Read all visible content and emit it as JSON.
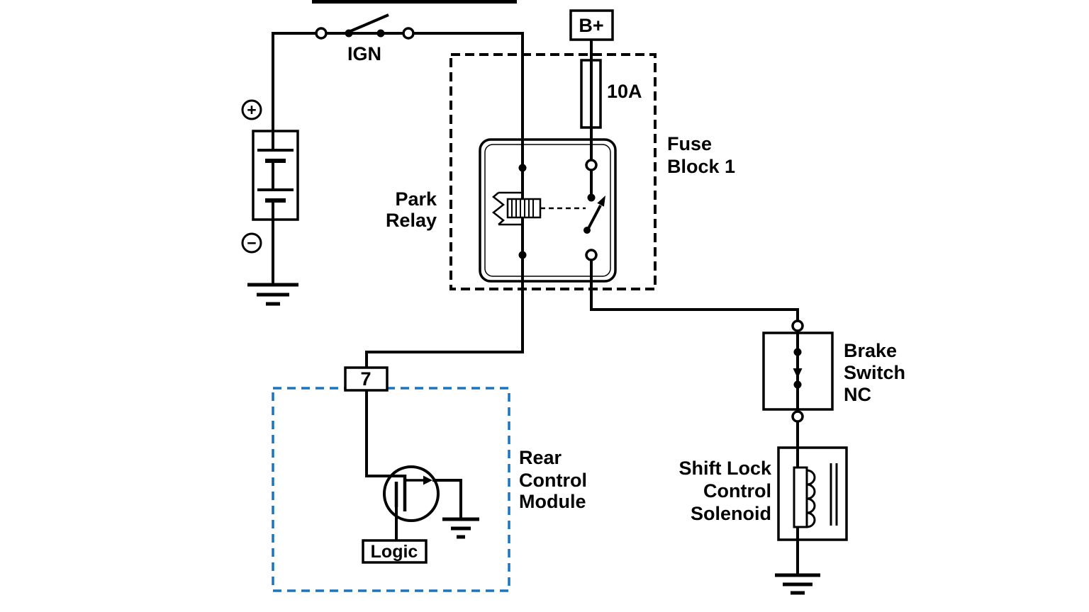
{
  "colors": {
    "line": "#000000",
    "module_outline": "#1b74c0",
    "background": "#ffffff"
  },
  "labels": {
    "ignition_switch": "IGN",
    "battery_positive": "+",
    "battery_negative": "−",
    "b_plus": "B+",
    "fuse_rating": "10A",
    "fuse_block": {
      "line1": "Fuse",
      "line2": "Block 1"
    },
    "park_relay": {
      "line1": "Park",
      "line2": "Relay"
    },
    "module_pin": "7",
    "rear_control_module": {
      "line1": "Rear",
      "line2": "Control",
      "line3": "Module"
    },
    "logic": "Logic",
    "brake_switch": {
      "line1": "Brake",
      "line2": "Switch",
      "line3": "NC"
    },
    "shift_lock_solenoid": {
      "line1": "Shift Lock",
      "line2": "Control",
      "line3": "Solenoid"
    }
  }
}
